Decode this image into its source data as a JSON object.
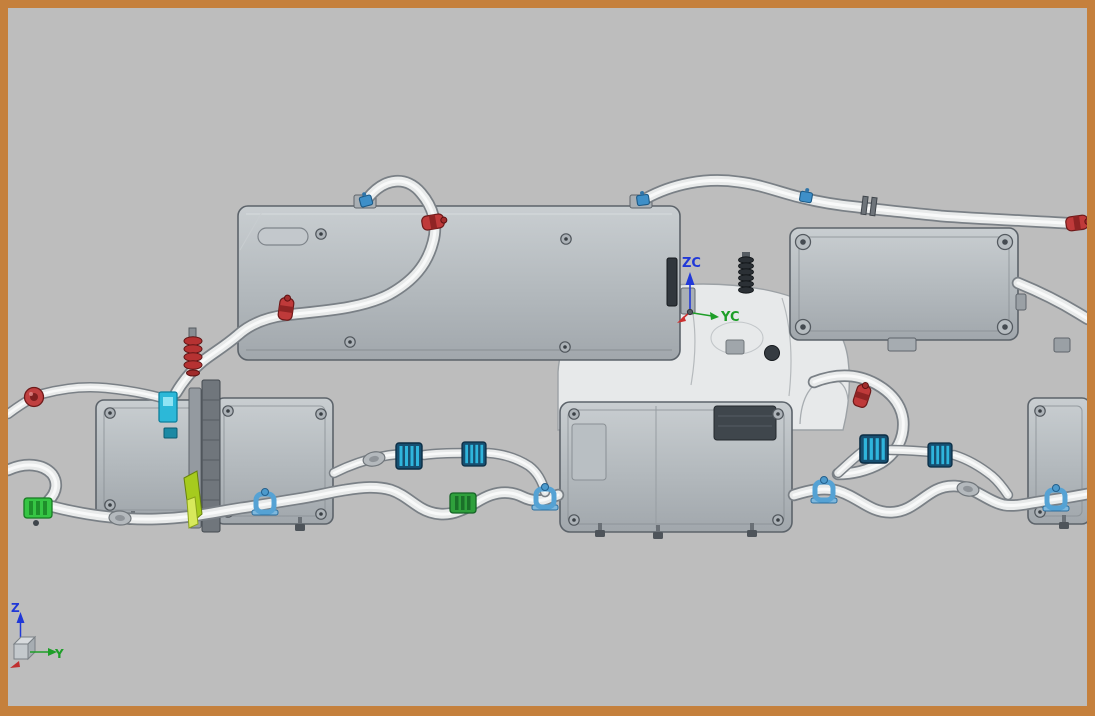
{
  "viewport": {
    "background_color": "#BDBDBD",
    "border_color": "#C5803C"
  },
  "wcs_triad": {
    "z_axis_label": "ZC",
    "y_axis_label": "YC",
    "z_axis_color": "#2038D8",
    "y_axis_color": "#1E9E28",
    "x_axis_color": "#CC3030"
  },
  "datum_csys": {
    "z_axis_label": "Z",
    "y_axis_label": "Y",
    "z_axis_color": "#2038D8",
    "y_axis_color": "#1E9E28"
  },
  "palette": {
    "part_body_gray": "#B4BABE",
    "hose_white": "#E8EAEA",
    "clamp_red": "#BF3A3A",
    "clamp_blue": "#55A2D4",
    "connector_dark_blue": "#174F70",
    "connector_green": "#2FA03C",
    "connector_bright_green": "#36C544",
    "connector_cyan": "#2CB8D8",
    "accent_yellow_green": "#A6CB1E"
  }
}
